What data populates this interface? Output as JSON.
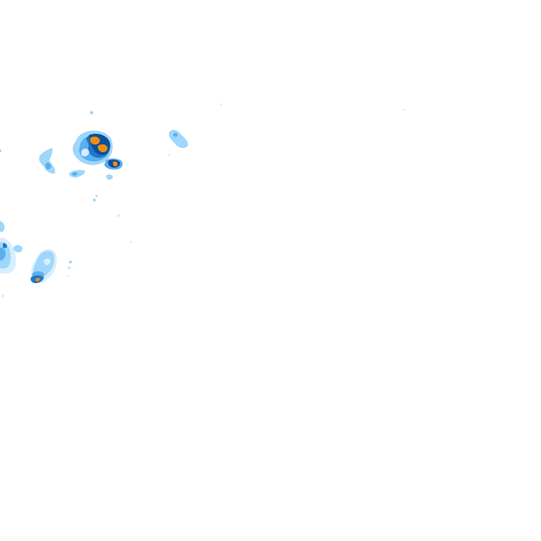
{
  "map": {
    "kind": "precipitation-radar-overlay",
    "background_color": "#ffffff",
    "intensity_colors": {
      "very-light": "#d6eeff",
      "light": "#9fd6fb",
      "moderate": "#5ab0ee",
      "heavy": "#1f77c9",
      "very-heavy": "#0c4f9a",
      "extreme": "#f08c12"
    },
    "echoes": [
      {
        "id": "cell-north-cluster",
        "intensity_levels": [
          "light",
          "moderate",
          "heavy",
          "very-heavy",
          "extreme"
        ]
      },
      {
        "id": "cell-north-small-east",
        "intensity_levels": [
          "moderate",
          "very-heavy",
          "extreme"
        ]
      },
      {
        "id": "cell-north-west-fragment",
        "intensity_levels": [
          "light",
          "moderate"
        ]
      },
      {
        "id": "cell-northeast-isolated",
        "intensity_levels": [
          "light",
          "moderate"
        ]
      },
      {
        "id": "cell-southwest-cluster",
        "intensity_levels": [
          "very-light",
          "light",
          "moderate",
          "heavy",
          "extreme"
        ]
      },
      {
        "id": "cell-west-edge",
        "intensity_levels": [
          "very-light",
          "light",
          "moderate",
          "heavy"
        ]
      }
    ]
  }
}
